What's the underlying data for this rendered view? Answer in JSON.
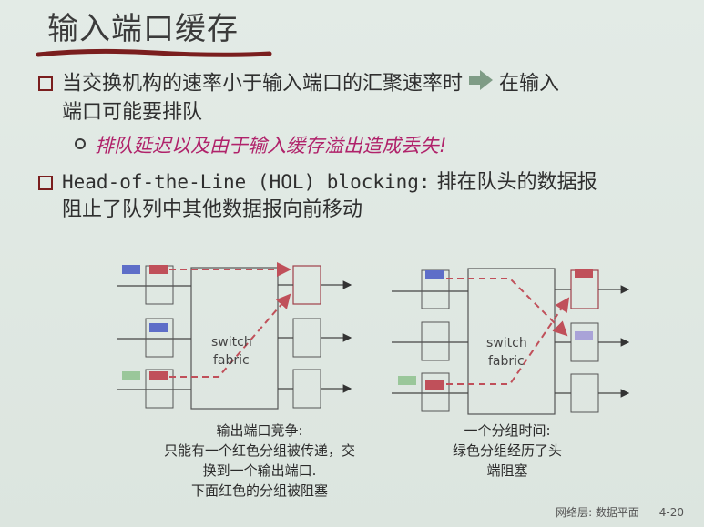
{
  "title": "输入端口缓存",
  "bullets": {
    "b1_line1": "当交换机构的速率小于输入端口的汇聚速率时",
    "b1_after_arrow": "在输入",
    "b1_line2": "端口可能要排队",
    "sub": "排队延迟以及由于输入缓存溢出造成丢失!",
    "b3_mono": "Head-of-the-Line (HOL) blocking:",
    "b3_rest": " 排在队头的数据报",
    "b3_line2": "阻止了队列中其他数据报向前移动"
  },
  "diagram_left": {
    "switch_label": "switch",
    "fabric_label": "fabric",
    "caption": [
      "输出端口竞争:",
      "只能有一个红色分组被传递，交",
      "换到一个输出端口.",
      "下面红色的分组被阻塞"
    ]
  },
  "diagram_right": {
    "switch_label": "switch",
    "fabric_label": "fabric",
    "caption": [
      "一个分组时间:",
      "绿色分组经历了头",
      "端阻塞"
    ]
  },
  "footer": {
    "section": "网络层: 数据平面",
    "page": "4-20"
  },
  "colors": {
    "accent_dark_red": "#7a1e1e",
    "packet_red": "#c0505a",
    "packet_blue": "#5e6ec8",
    "packet_green": "#9ac79a",
    "packet_lavender": "#a9a3d8",
    "italic_magenta": "#b0226a",
    "arrow_green": "#7f9c86"
  }
}
